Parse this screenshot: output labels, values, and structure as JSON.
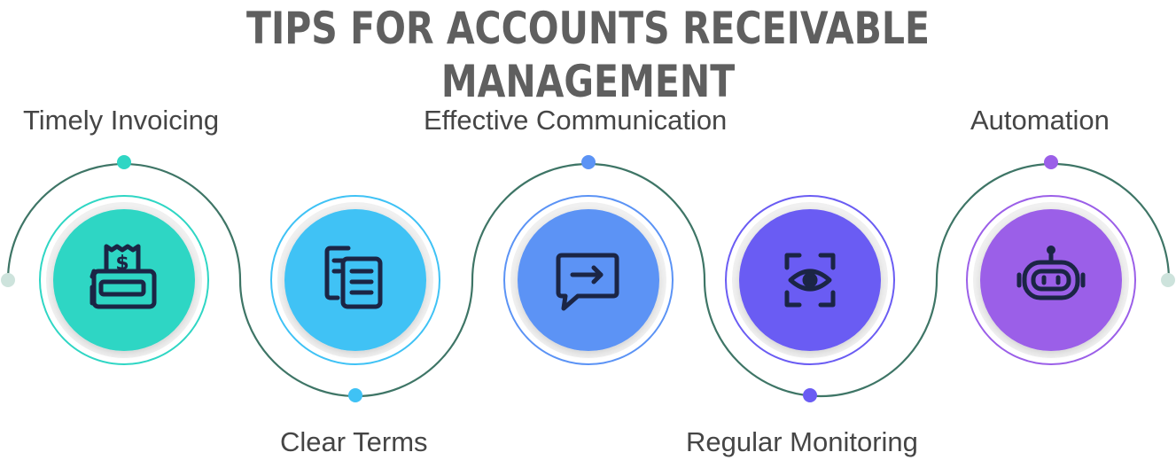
{
  "title": "TIPS FOR ACCOUNTS RECEIVABLE MANAGEMENT",
  "steps": [
    {
      "label": "Timely Invoicing",
      "icon": "invoice-register-icon",
      "color": "#2fd6c4",
      "ring": "#2fd6c4"
    },
    {
      "label": "Clear Terms",
      "icon": "documents-icon",
      "color": "#3fc2f5",
      "ring": "#3fc2f5"
    },
    {
      "label": "Effective Communication",
      "icon": "chat-arrow-icon",
      "color": "#5b93f5",
      "ring": "#5b93f5"
    },
    {
      "label": "Regular Monitoring",
      "icon": "eye-scan-icon",
      "color": "#6a5cf3",
      "ring": "#6a5cf3"
    },
    {
      "label": "Automation",
      "icon": "robot-icon",
      "color": "#9b5fe8",
      "ring": "#9b5fe8"
    }
  ],
  "connector_color": "#3e7566",
  "end_dot_color": "#cde3dc",
  "icon_color": "#1b2545"
}
